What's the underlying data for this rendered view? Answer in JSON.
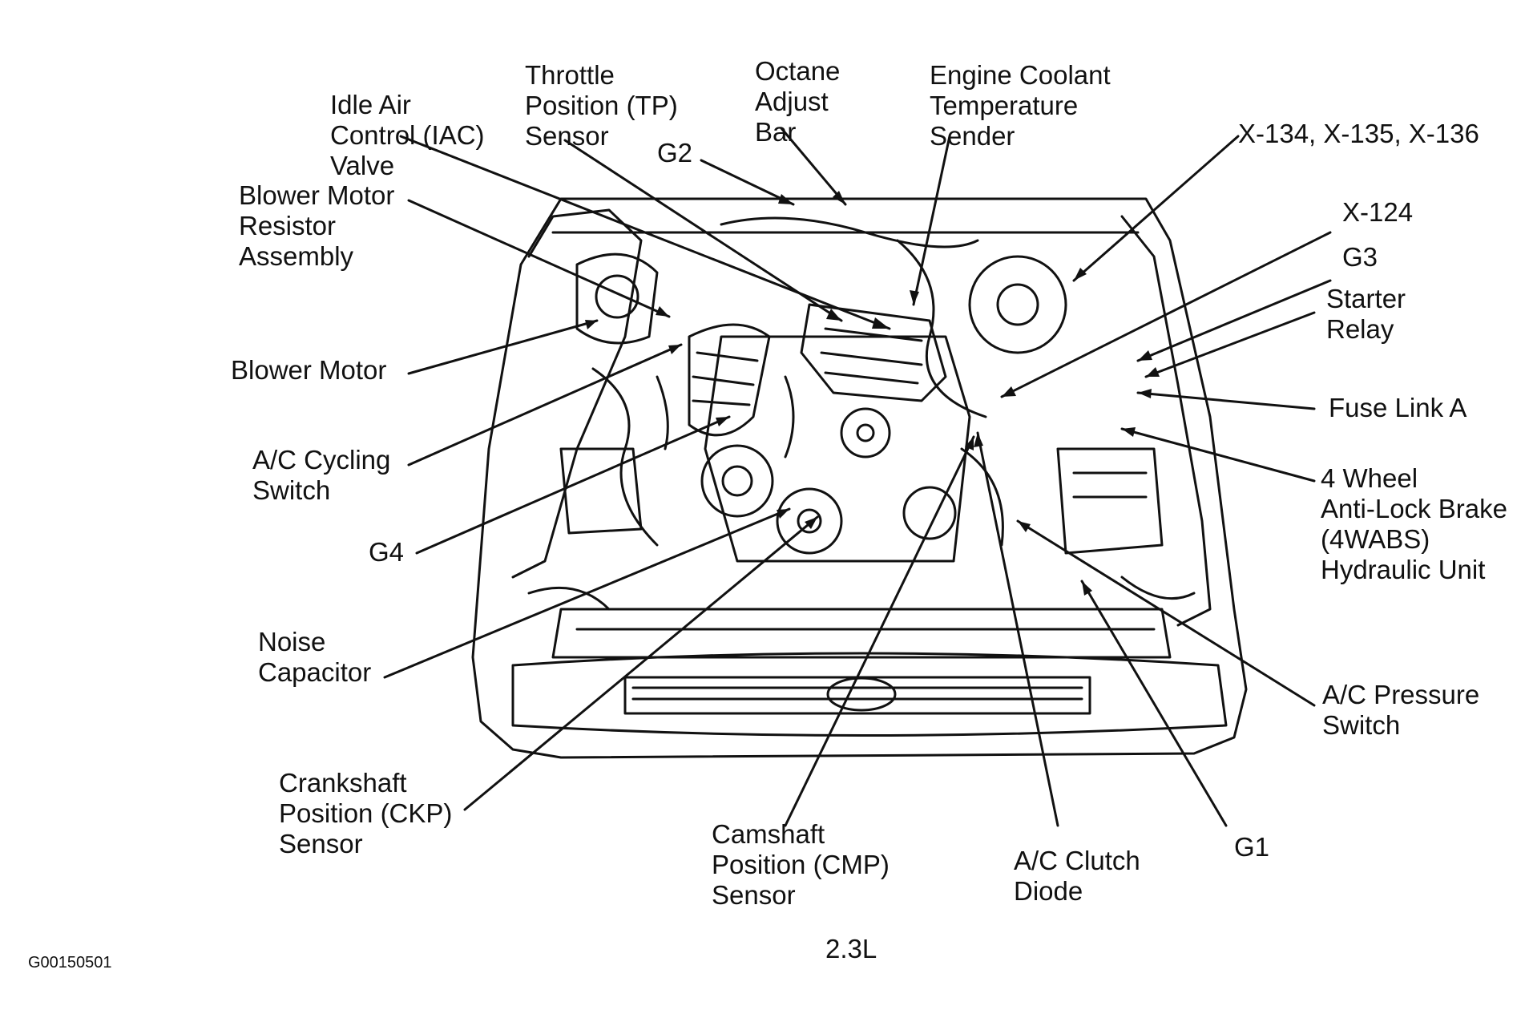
{
  "caption": "2.3L",
  "figure_id": "G00150501",
  "labels": {
    "idle_air": "Idle Air\nControl (IAC)\nValve",
    "throttle": "Throttle\nPosition (TP)\nSensor",
    "octane": "Octane\nAdjust\nBar",
    "coolant": "Engine Coolant\nTemperature\nSender",
    "x134": "X-134, X-135, X-136",
    "x124": "X-124",
    "g3": "G3",
    "starter": "Starter\nRelay",
    "fuse": "Fuse Link A",
    "wabs": "4 Wheel\nAnti-Lock Brake\n(4WABS)\nHydraulic Unit",
    "ac_pressure": "A/C Pressure\nSwitch",
    "g1": "G1",
    "ac_diode": "A/C Clutch\nDiode",
    "cmp": "Camshaft\nPosition (CMP)\nSensor",
    "ckp": "Crankshaft\nPosition (CKP)\nSensor",
    "noise": "Noise\nCapacitor",
    "g4": "G4",
    "ac_cycling": "A/C Cycling\nSwitch",
    "blower": "Blower Motor",
    "blower_res": "Blower Motor\nResistor\nAssembly",
    "g2": "G2"
  }
}
